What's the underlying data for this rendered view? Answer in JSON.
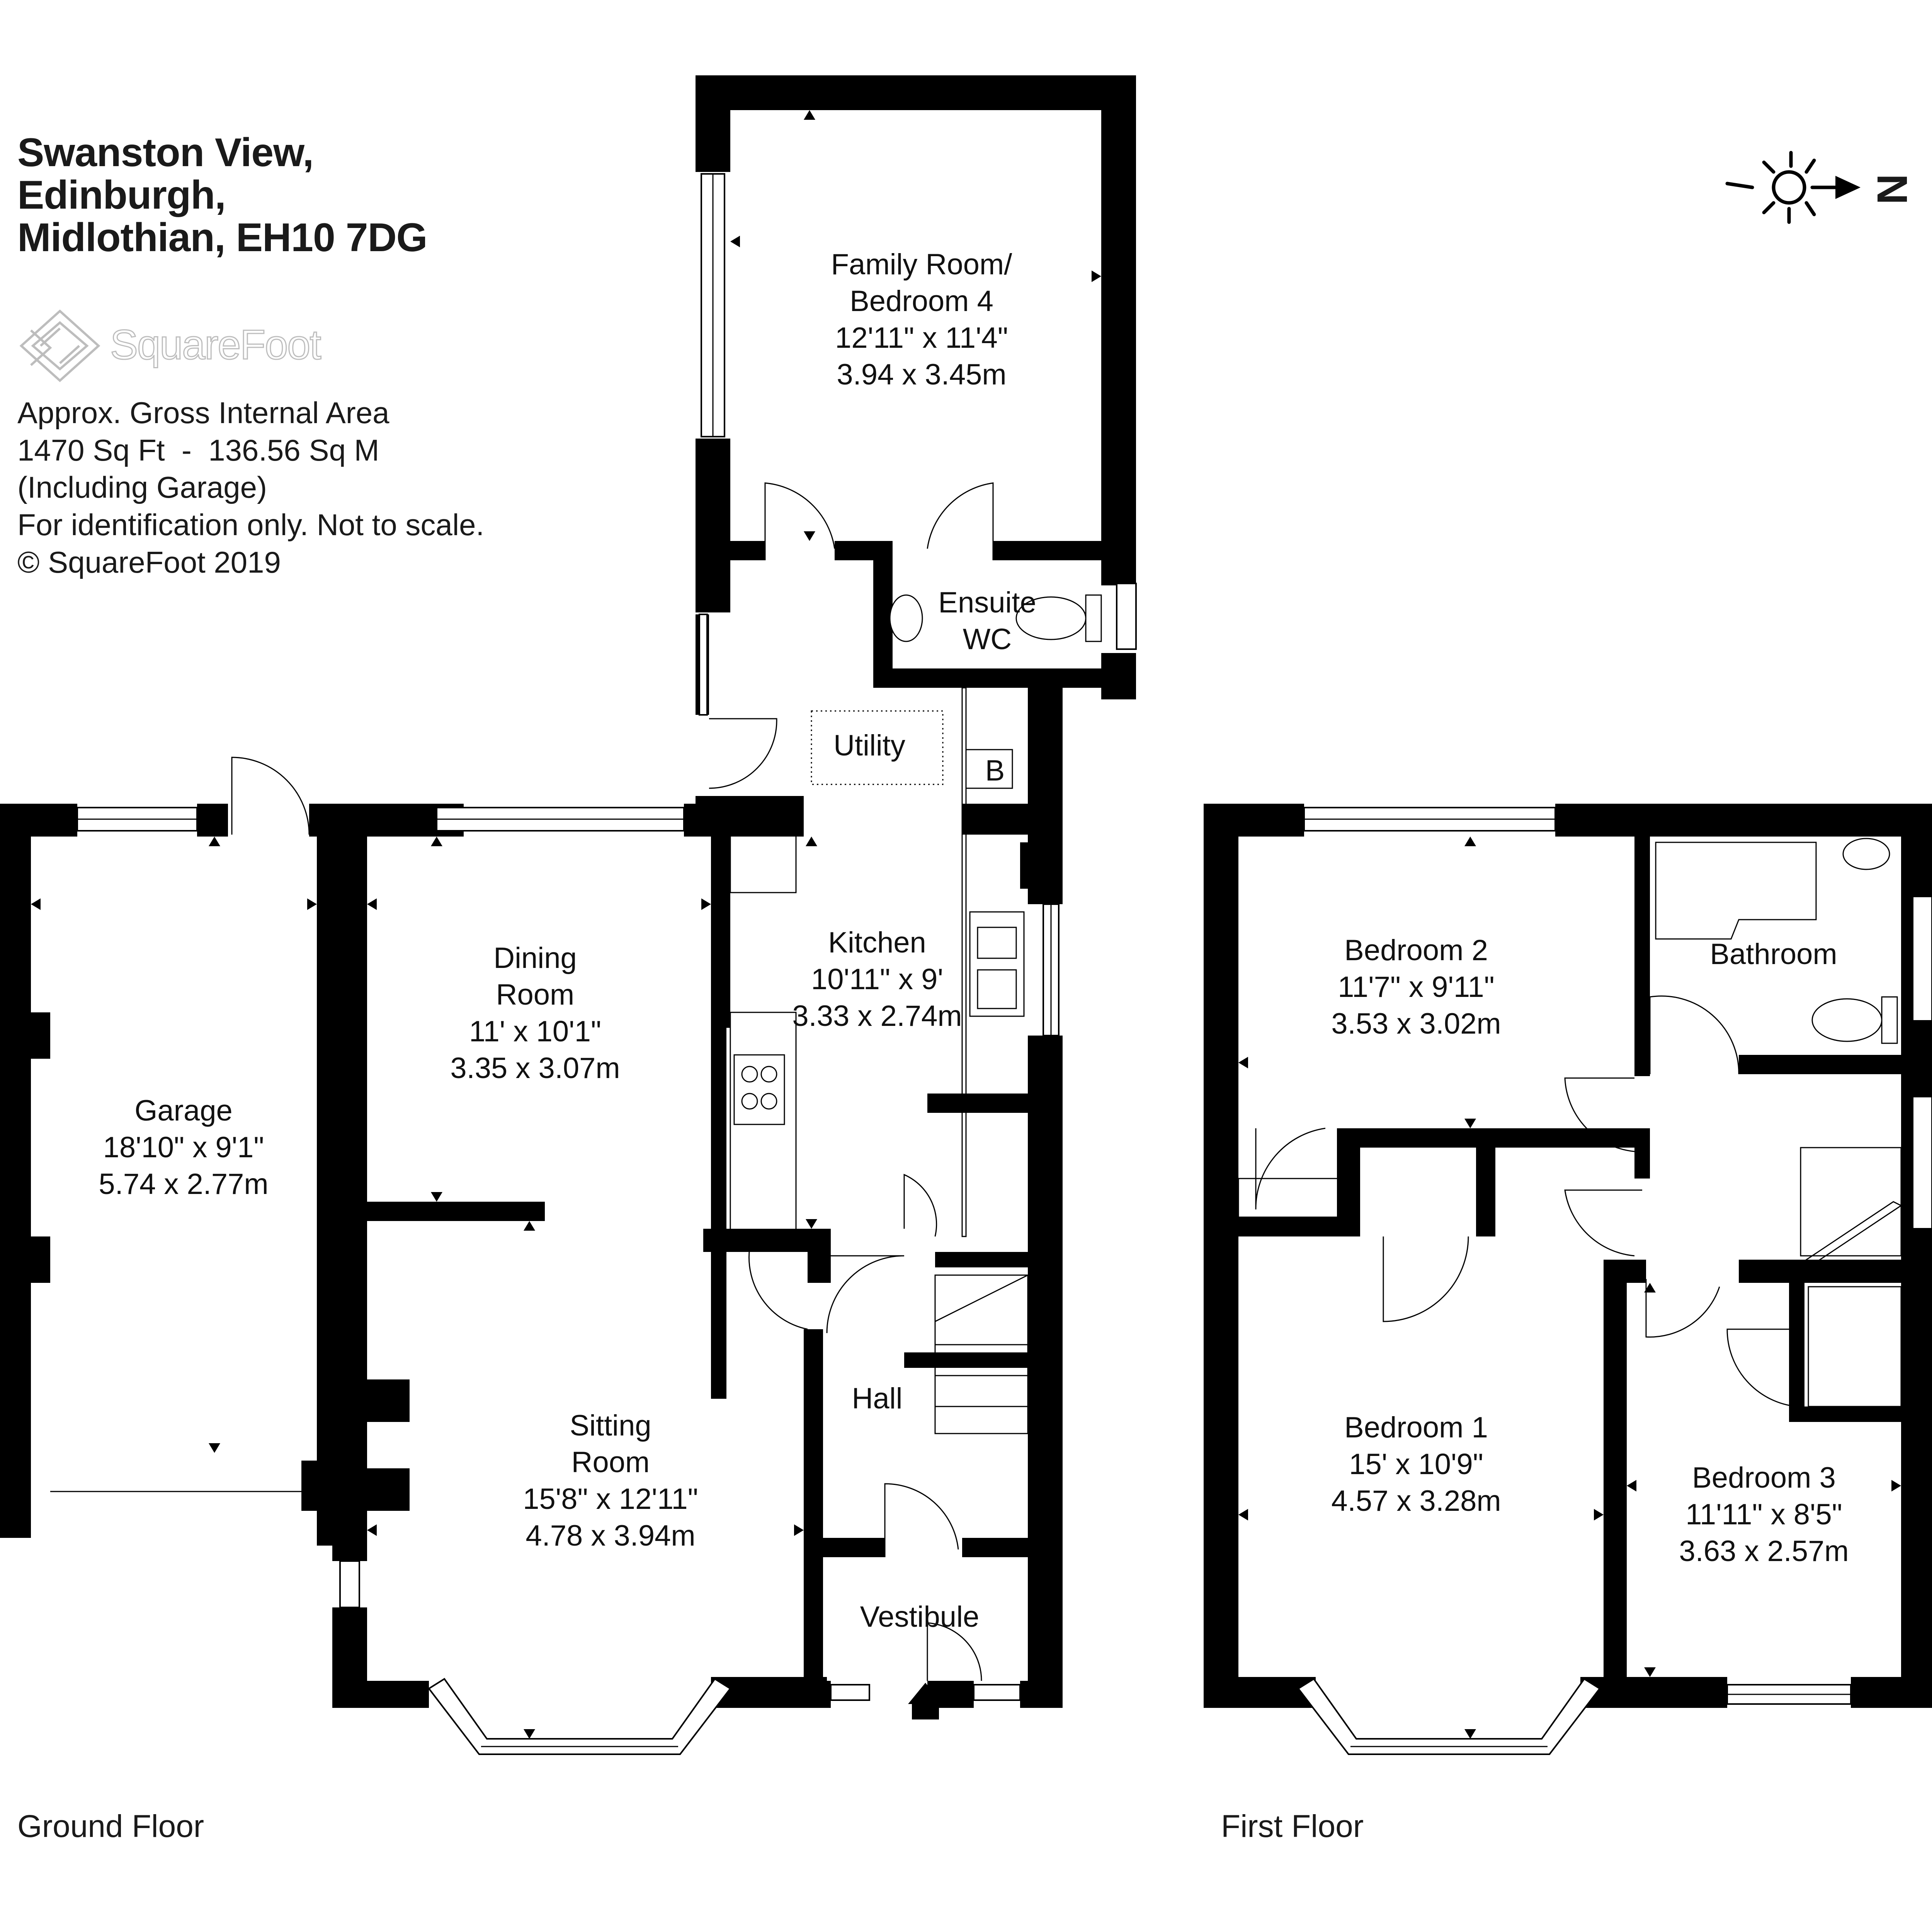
{
  "address": {
    "line1": "Swanston View,",
    "line2": "Edinburgh,",
    "line3": "Midlothian, EH10 7DG"
  },
  "brand": {
    "name": "SquareFoot",
    "logo_icon": "diamond-logo-icon"
  },
  "info": {
    "line1": "Approx. Gross Internal Area",
    "line2": "1470 Sq Ft  -  136.56 Sq M",
    "line3": "(Including Garage)",
    "line4": "For identification only. Not to scale.",
    "line5": "© SquareFoot 2019"
  },
  "compass": {
    "north_label": "N",
    "icon": "sun-compass-icon"
  },
  "floors": {
    "ground": "Ground Floor",
    "first": "First Floor"
  },
  "rooms": {
    "family_room": {
      "name1": "Family Room/",
      "name2": "Bedroom 4",
      "imperial": "12'11\" x 11'4\"",
      "metric": "3.94 x 3.45m"
    },
    "ensuite": {
      "name1": "Ensuite",
      "name2": "WC"
    },
    "utility": {
      "name": "Utility"
    },
    "boiler": {
      "label": "B"
    },
    "kitchen": {
      "name": "Kitchen",
      "imperial": "10'11\" x 9'",
      "metric": "3.33 x 2.74m"
    },
    "dining": {
      "name1": "Dining",
      "name2": "Room",
      "imperial": "11' x 10'1\"",
      "metric": "3.35 x 3.07m"
    },
    "garage": {
      "name": "Garage",
      "imperial": "18'10\" x 9'1\"",
      "metric": "5.74 x 2.77m"
    },
    "sitting": {
      "name1": "Sitting",
      "name2": "Room",
      "imperial": "15'8\" x 12'11\"",
      "metric": "4.78 x 3.94m"
    },
    "hall": {
      "name": "Hall"
    },
    "vestibule": {
      "name": "Vestibule"
    },
    "bedroom2": {
      "name": "Bedroom 2",
      "imperial": "11'7\" x 9'11\"",
      "metric": "3.53 x 3.02m"
    },
    "bathroom": {
      "name": "Bathroom"
    },
    "bedroom1": {
      "name": "Bedroom 1",
      "imperial": "15' x 10'9\"",
      "metric": "4.57 x 3.28m"
    },
    "bedroom3": {
      "name": "Bedroom 3",
      "imperial": "11'11\" x 8'5\"",
      "metric": "3.63 x 2.57m"
    }
  }
}
